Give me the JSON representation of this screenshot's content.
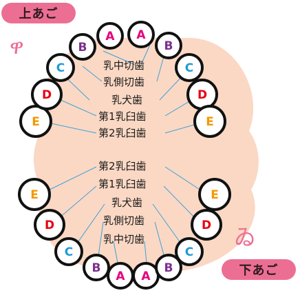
{
  "upper_label": "上あご",
  "lower_label": "下あご",
  "upper_symbol": "ዋ",
  "lower_symbol": "ゐ",
  "upper_names": [
    "乳中切歯",
    "乳側切歯",
    "乳犬歯",
    "第1乳臼歯",
    "第2乳臼歯"
  ],
  "lower_names": [
    "第2乳臼歯",
    "第1乳臼歯",
    "乳犬歯",
    "乳側切歯",
    "乳中切歯"
  ],
  "tooth_letters": {
    "A": "A",
    "B": "B",
    "C": "C",
    "D": "D",
    "E": "E"
  },
  "colors": {
    "A": "#e6007e",
    "B": "#7b2f8e",
    "C": "#1f9ad6",
    "D": "#e60012",
    "E": "#f39800",
    "gum": "#fbd8c4",
    "pill": "#ec6f93",
    "line": "#3aa0d8"
  }
}
